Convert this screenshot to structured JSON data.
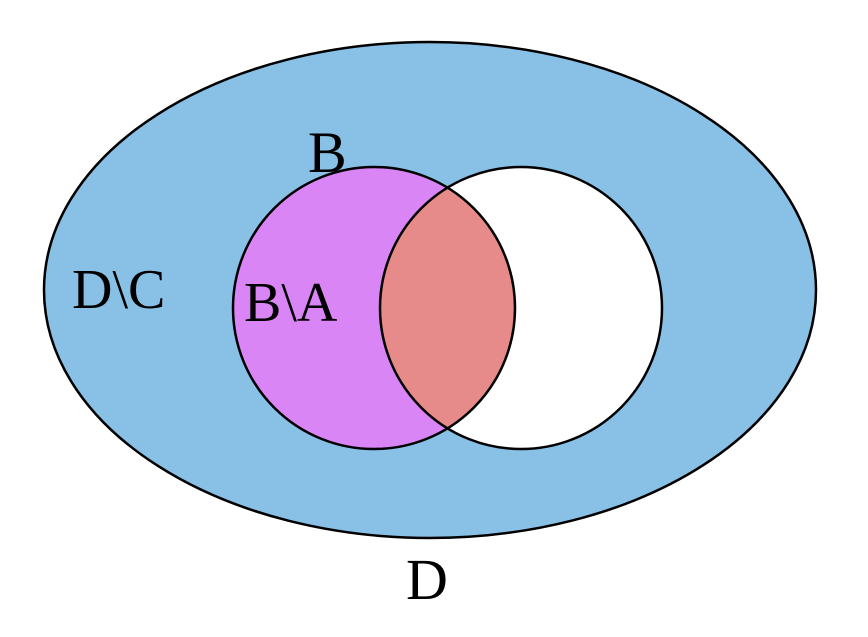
{
  "labels": {
    "outer_set": "D",
    "complement_region": "D\\C",
    "left_set": "B",
    "difference_region": "B\\A"
  },
  "colors": {
    "outer_fill": "#88c0e6",
    "left_fill": "#d985f5",
    "intersection_fill": "#e68a8a",
    "right_fill": "#ffffff",
    "stroke": "#000000"
  }
}
